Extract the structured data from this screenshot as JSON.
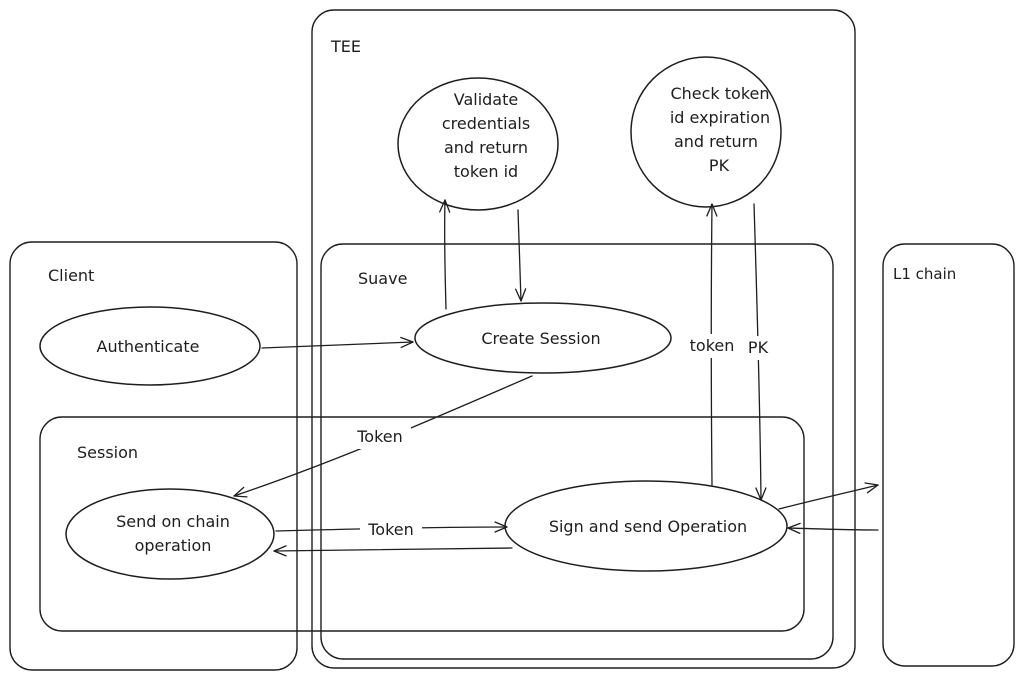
{
  "containers": {
    "tee": "TEE",
    "client": "Client",
    "suave": "Suave",
    "session": "Session",
    "l1_chain": "L1 chain"
  },
  "nodes": {
    "validate": [
      "Validate",
      "credentials",
      "and return",
      "token id"
    ],
    "check_token": [
      "Check token",
      "id expiration",
      "and return",
      "PK"
    ],
    "authenticate": [
      "Authenticate"
    ],
    "create_session": [
      "Create Session"
    ],
    "send_on_chain": [
      "Send on chain",
      "operation"
    ],
    "sign_and_send": [
      "Sign and send Operation"
    ]
  },
  "edge_labels": {
    "token_session": "Token",
    "token_operation": "Token",
    "token_up": "token",
    "pk_down": "PK"
  }
}
